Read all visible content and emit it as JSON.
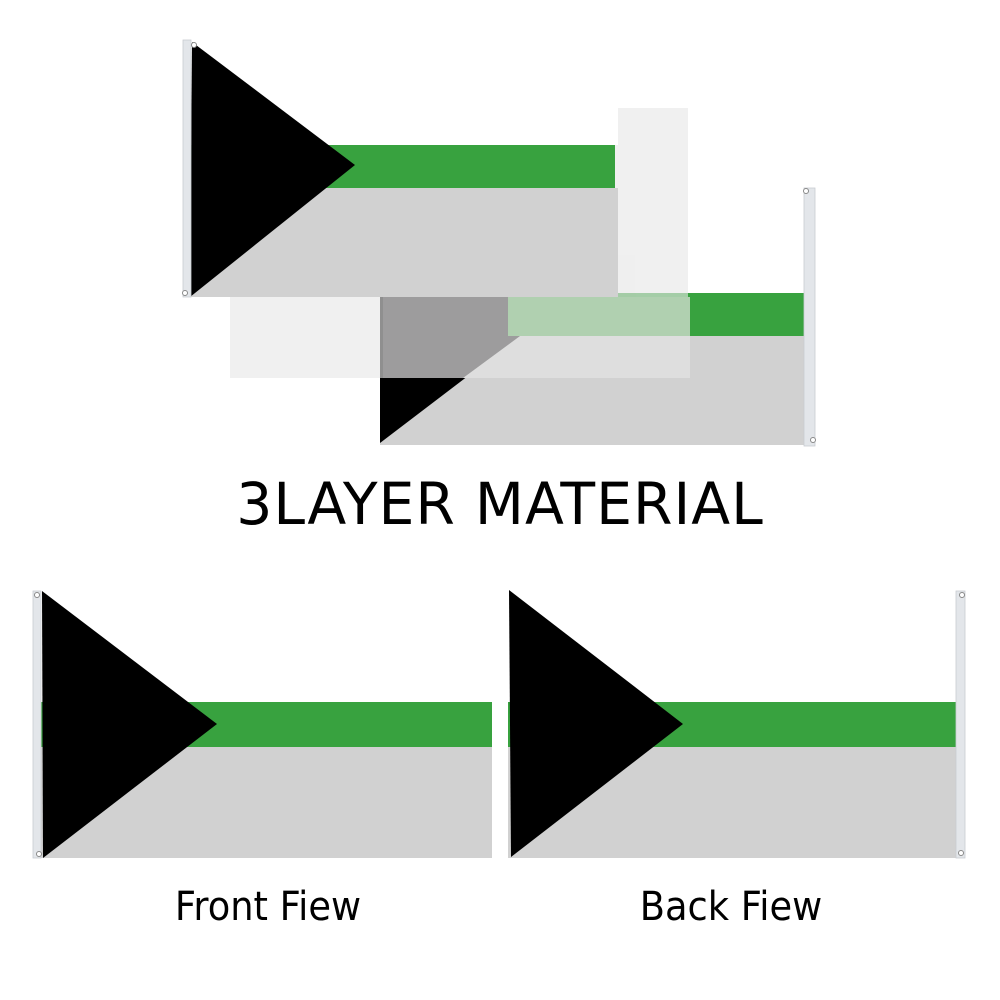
{
  "title": "3LAYER MATERIAL",
  "captions": {
    "front": "Front Fiew",
    "back": "Back Fiew"
  },
  "flag": {
    "colors": {
      "triangle": "#000000",
      "top_stripe": "#ffffff",
      "middle_stripe": "#38a23f",
      "bottom_stripe": "#d1d1d1",
      "sleeve": "#e3e6ea",
      "translucent_layer": "#ebebeb"
    }
  },
  "images": {
    "layered_stack": "three-layer flag material illustration",
    "front_view": "flag front view",
    "back_view": "flag back view (mirrored)"
  }
}
